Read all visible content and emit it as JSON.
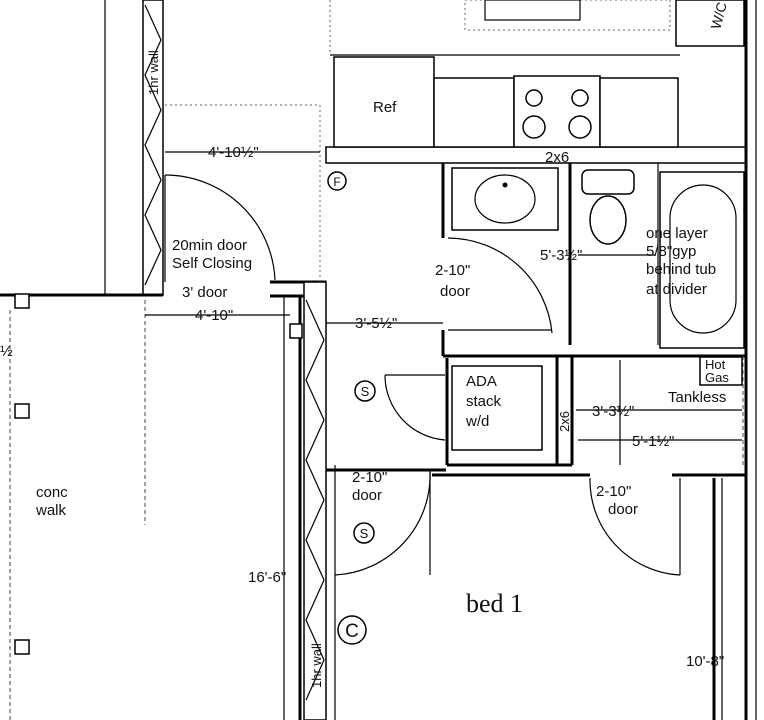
{
  "labels": {
    "ref": "Ref",
    "header": "2x6",
    "header_vertical": "2x6",
    "fire_symbol": "F",
    "dim_top": "4'-10½\"",
    "door_20min_line1": "20min door",
    "door_20min_line2": "Self Closing",
    "door_3ft": "3' door",
    "dim_4_10": "4'-10\"",
    "dim_3_5": "3'-5½\"",
    "bath_door_1": "2-10\"",
    "bath_door_2": "door",
    "dim_5_3": "5'-3½\"",
    "gyp_1": "one layer",
    "gyp_2": "5/8\"gyp",
    "gyp_3": "behind tub",
    "gyp_4": "at divider",
    "smoke_1": "S",
    "smoke_2": "S",
    "ada_1": "ADA",
    "ada_2": "stack",
    "ada_3": "w/d",
    "hot_1": "Hot",
    "hot_2": "Gas",
    "tankless": "Tankless",
    "dim_3_3": "3'-3½\"",
    "dim_5_1": "5'-1½\"",
    "hall_door_1": "2-10\"",
    "hall_door_2": "door",
    "bed_door_1": "2-10\"",
    "bed_door_2": "door",
    "walk_1": "conc",
    "walk_2": "walk",
    "dim_16_6": "16'-6\"",
    "onehr_wall_top": "1hr wall",
    "onehr_wall_bottom": "1hr wall",
    "co_symbol": "C",
    "bed1": "bed 1",
    "dim_10_8": "10'-8\"",
    "wm_partial": "W/C",
    "left_partial": "½"
  }
}
